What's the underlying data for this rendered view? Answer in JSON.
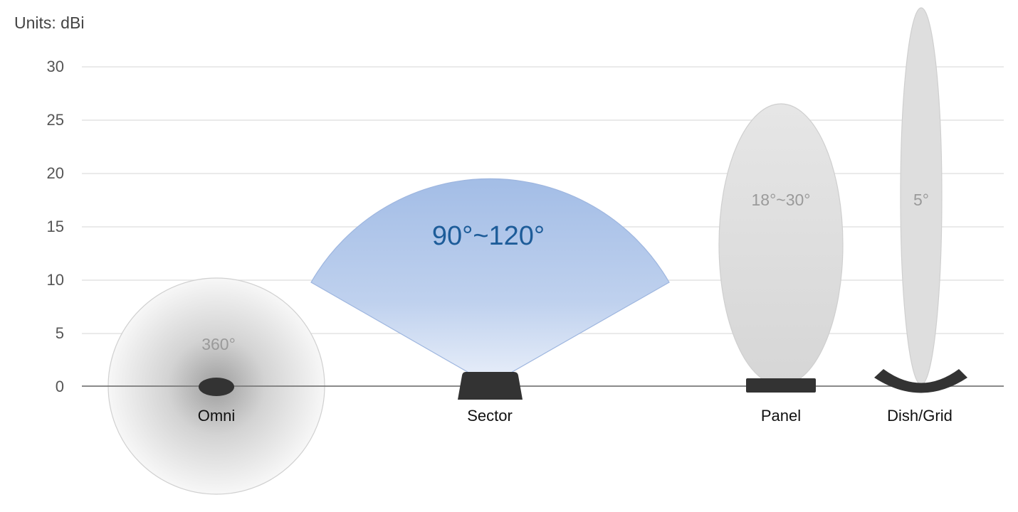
{
  "units_label": "Units: dBi",
  "y_ticks": [
    "0",
    "5",
    "10",
    "15",
    "20",
    "25",
    "30"
  ],
  "antennas": [
    {
      "name": "Omni",
      "beamwidth": "360°"
    },
    {
      "name": "Sector",
      "beamwidth": "90°~120°"
    },
    {
      "name": "Panel",
      "beamwidth": "18°~30°"
    },
    {
      "name": "Dish/Grid",
      "beamwidth": "5°"
    }
  ],
  "colors": {
    "sector_beam": "#9cb8e4",
    "sector_label": "#1d5c99",
    "beam_grey": "#dddddd",
    "antenna_body": "#333333"
  }
}
